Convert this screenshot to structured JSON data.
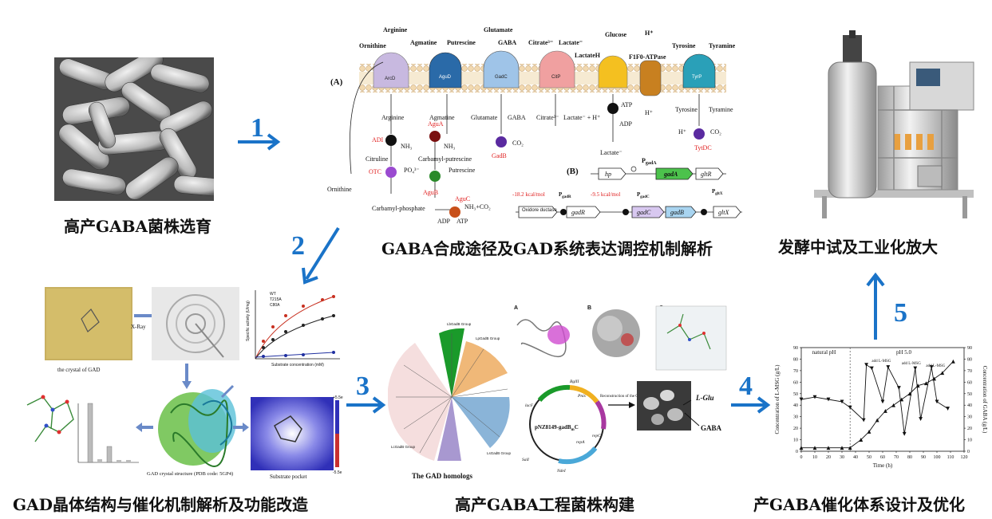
{
  "captions": {
    "strain_selection": "高产GABA菌株选育",
    "pathway_analysis": "GABA合成途径及GAD系统表达调控机制解析",
    "scale_up": "发酵中试及工业化放大",
    "crystal_structure": "GAD晶体结构与催化机制解析及功能改造",
    "engineered_strain": "高产GABA工程菌株构建",
    "catalysis_system": "产GABA催化体系设计及优化"
  },
  "steps": [
    "1",
    "2",
    "3",
    "4",
    "5"
  ],
  "pathway": {
    "panel_a": "(A)",
    "panel_b": "(B)",
    "top_labels": [
      "Arginine",
      "Ornithine",
      "Agmatine",
      "Putrescine",
      "Glutamate",
      "GABA",
      "Citrate³⁻",
      "Lactate⁻",
      "LactateH",
      "Glucose",
      "H⁺",
      "F1F0-ATPase",
      "Tyrosine",
      "Tyramine"
    ],
    "transporters": [
      "ArcD",
      "AguD",
      "GadC",
      "CitP",
      "",
      "",
      "TyrP"
    ],
    "below_labels": [
      "Arginine",
      "Agmatine",
      "Glutamate",
      "GABA",
      "Citrate³⁻",
      "Lactate⁻ + H⁺",
      "ATP",
      "H⁺",
      "ADP",
      "Lactate⁻",
      "Tyrosine",
      "Tyramine",
      "H⁺",
      "CO₂",
      "NH₃",
      "NH₃",
      "CO₂",
      "Citruline",
      "Carbamyl-putrescine",
      "PO₄³⁻",
      "Putrescine",
      "Ornithine",
      "Carbamyl-phosphate",
      "NH₃+CO₂",
      "ADP",
      "ATP"
    ],
    "enzymes": [
      "ADI",
      "AguA",
      "GadB",
      "OTC",
      "AguB",
      "AguC",
      "TytDC"
    ],
    "operon_b_genes": [
      "hp",
      "gadA",
      "gltR"
    ],
    "operon_b_promoter": "P",
    "operon_b_promoter_sub": "gadA",
    "operon_c_genes": [
      "Oxidore ductase",
      "gadR",
      "gadC",
      "gadB",
      "gltX"
    ],
    "energies": [
      "-18.2 kcal/mol",
      "-9.5 kcal/mol"
    ],
    "promoters": [
      "P",
      "P",
      "P"
    ],
    "promoter_subs": [
      "gadR",
      "gadC",
      "gltX"
    ]
  },
  "crystal": {
    "xray": "X-Ray",
    "crystal_label": "the crystal of GAD",
    "structure_label": "GAD crystal structure (PDB code: 5GP4)",
    "pocket_label": "Substrate pocket",
    "kinetics_xlabel": "Substrate concentration (mM)",
    "kinetics_ylabel": "Specific activity (U/mg)",
    "kinetics_legend": [
      "WT",
      "T215A",
      "C80A"
    ],
    "pocket_scale": [
      "+5.5e",
      "-5.5e"
    ]
  },
  "engineered": {
    "tree_groups": [
      "LbGadB Group",
      "LpGadB Group",
      "LcGadB Group",
      "LsGadB Group"
    ],
    "tree_title": "The GAD homologs",
    "panels": [
      "A",
      "B",
      "C"
    ],
    "plasmid": "pNZ8149-gadB",
    "plasmid_sub": "m",
    "plasmid_suffix": "C",
    "plasmid_features": [
      "BglII",
      "Pnis",
      "SalI",
      "NdeI",
      "repA",
      "repC",
      "lacF"
    ],
    "reconstruction": "Reconstruction of the GAD system",
    "substrate": "L-Glu",
    "product": "GABA"
  },
  "icon_names": [
    "arrow-right-icon",
    "arrow-down-left-icon",
    "arrow-up-icon"
  ],
  "colors": {
    "accent_blue": "#1a73c8",
    "enzyme_red": "#e02020"
  },
  "chart_data": {
    "type": "line",
    "title": "",
    "xlabel": "Time (h)",
    "ylabel": "Concentration of L-MSG (g/L)",
    "y2label": "Concentration of GABA (g/L)",
    "xlim": [
      0,
      120
    ],
    "ylim": [
      0,
      90
    ],
    "y2lim": [
      0,
      90
    ],
    "xticks": [
      0,
      10,
      20,
      30,
      40,
      50,
      60,
      70,
      80,
      90,
      100,
      110,
      120
    ],
    "yticks": [
      0,
      10,
      20,
      30,
      40,
      50,
      60,
      70,
      80,
      90
    ],
    "phase_labels": [
      "natural pH",
      "pH 5.0"
    ],
    "phase_boundary": 36,
    "annotations": [
      "add L-MSG",
      "add L-MSG",
      "add L-MSG"
    ],
    "series": [
      {
        "axis": "left",
        "marker": "triangle-down",
        "x": [
          0,
          10,
          20,
          30,
          36,
          46,
          48,
          52,
          60,
          64,
          72,
          76,
          84,
          88,
          96,
          100,
          108
        ],
        "y": [
          45,
          47,
          45,
          43,
          38,
          27,
          75,
          72,
          43,
          73,
          55,
          15,
          72,
          28,
          73,
          43,
          37
        ]
      },
      {
        "axis": "right",
        "marker": "triangle-up",
        "x": [
          0,
          10,
          20,
          30,
          36,
          44,
          50,
          56,
          62,
          68,
          74,
          80,
          86,
          92,
          98,
          104,
          112
        ],
        "y": [
          3,
          3,
          3,
          3,
          3,
          10,
          17,
          27,
          35,
          40,
          45,
          50,
          57,
          59,
          63,
          68,
          78
        ]
      }
    ]
  }
}
